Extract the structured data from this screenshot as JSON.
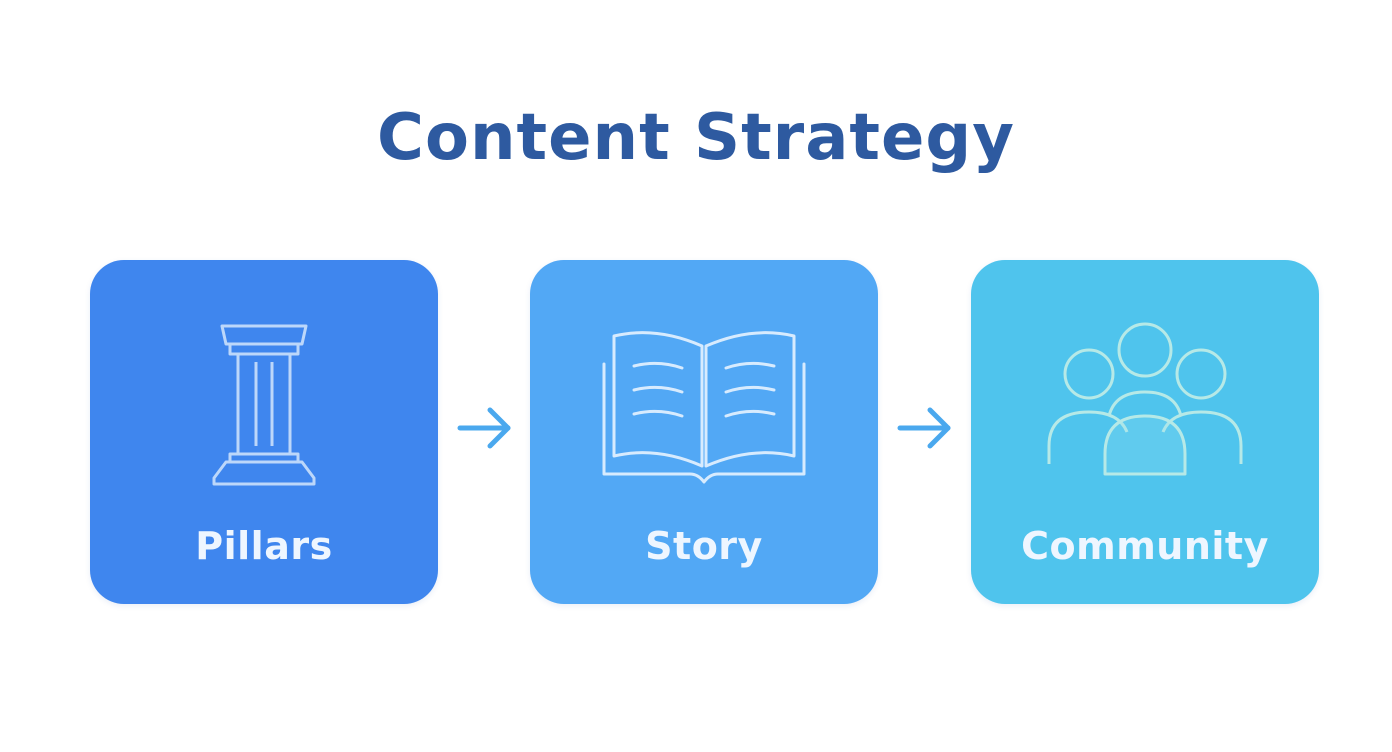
{
  "title": "Content Strategy",
  "colors": {
    "title": "#2e5aa0",
    "card_pillars": "#3f86ee",
    "card_story": "#52a8f5",
    "card_community": "#4fc4ed",
    "arrow": "#4aa8ee",
    "icon_stroke": "#e6f3ff",
    "label_text": "#eef6ff"
  },
  "steps": [
    {
      "label": "Pillars",
      "icon": "pillar-icon"
    },
    {
      "label": "Story",
      "icon": "open-book-icon"
    },
    {
      "label": "Community",
      "icon": "community-group-icon"
    }
  ],
  "connectors": [
    {
      "icon": "arrow-right-icon"
    },
    {
      "icon": "arrow-right-icon"
    }
  ]
}
